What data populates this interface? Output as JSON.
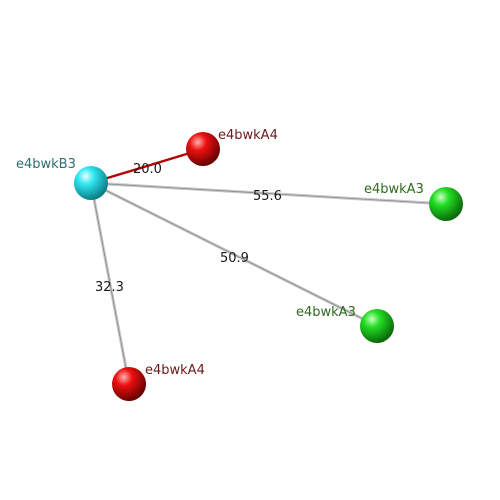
{
  "nodes": [
    {
      "id": "center",
      "label": "e4bwkB3",
      "color": "cyan",
      "label_color": "#2f6f6f"
    },
    {
      "id": "a4_top",
      "label": "e4bwkA4",
      "color": "red",
      "label_color": "#6b1a1a"
    },
    {
      "id": "a3_right",
      "label": "e4bwkA3",
      "color": "green",
      "label_color": "#2f6a1f"
    },
    {
      "id": "a3_mid",
      "label": "e4bwkA3",
      "color": "green",
      "label_color": "#2f6a1f"
    },
    {
      "id": "a4_bottom",
      "label": "e4bwkA4",
      "color": "red",
      "label_color": "#6b1a1a"
    }
  ],
  "edges": [
    {
      "from": "center",
      "to": "a4_top",
      "label": "20.0",
      "style": "red"
    },
    {
      "from": "center",
      "to": "a3_right",
      "label": "55.6",
      "style": "gray"
    },
    {
      "from": "center",
      "to": "a3_mid",
      "label": "50.9",
      "style": "gray"
    },
    {
      "from": "center",
      "to": "a4_bottom",
      "label": "32.3",
      "style": "gray"
    }
  ]
}
